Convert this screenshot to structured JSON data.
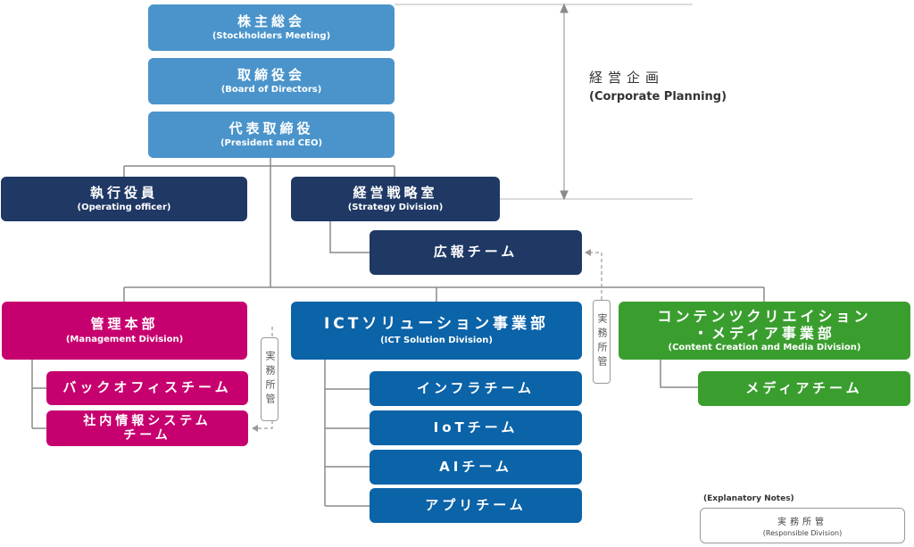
{
  "top": {
    "shareholders": {
      "jp": "株主総会",
      "en": "(Stockholders Meeting)"
    },
    "board": {
      "jp": "取締役会",
      "en": "(Board of Directors)"
    },
    "ceo": {
      "jp": "代表取締役",
      "en": "(President and CEO)"
    }
  },
  "executives": {
    "operating": {
      "jp": "執行役員",
      "en": "(Operating officer)"
    },
    "strategy": {
      "jp": "経営戦略室",
      "en": "(Strategy Division)"
    },
    "pr_team": {
      "jp": "広報チーム"
    }
  },
  "planning": {
    "jp": "経営企画",
    "en": "(Corporate Planning)"
  },
  "divisions": {
    "management": {
      "jp": "管理本部",
      "en": "(Management Division)",
      "teams": [
        "バックオフィスチーム",
        "社内情報システム",
        "チーム"
      ]
    },
    "ict": {
      "jp": "ICTソリューション事業部",
      "en": "(ICT Solution Division)",
      "teams": [
        "インフラチーム",
        "IoTチーム",
        "AIチーム",
        "アプリチーム"
      ]
    },
    "content": {
      "jp1": "コンテンツクリエイション",
      "jp2": "・メディア事業部",
      "en": "(Content Creation and Media Division)",
      "teams": [
        "メディアチーム"
      ]
    }
  },
  "responsible_label": "実務所管",
  "legend": {
    "title": "(Explanatory Notes)",
    "jp": "実務所管",
    "en": "(Responsible Division)"
  },
  "colors": {
    "top": "#4a94cb",
    "executive": "#1f3864",
    "management": "#c7006f",
    "ict": "#0b63a8",
    "content": "#3a9e2f"
  }
}
